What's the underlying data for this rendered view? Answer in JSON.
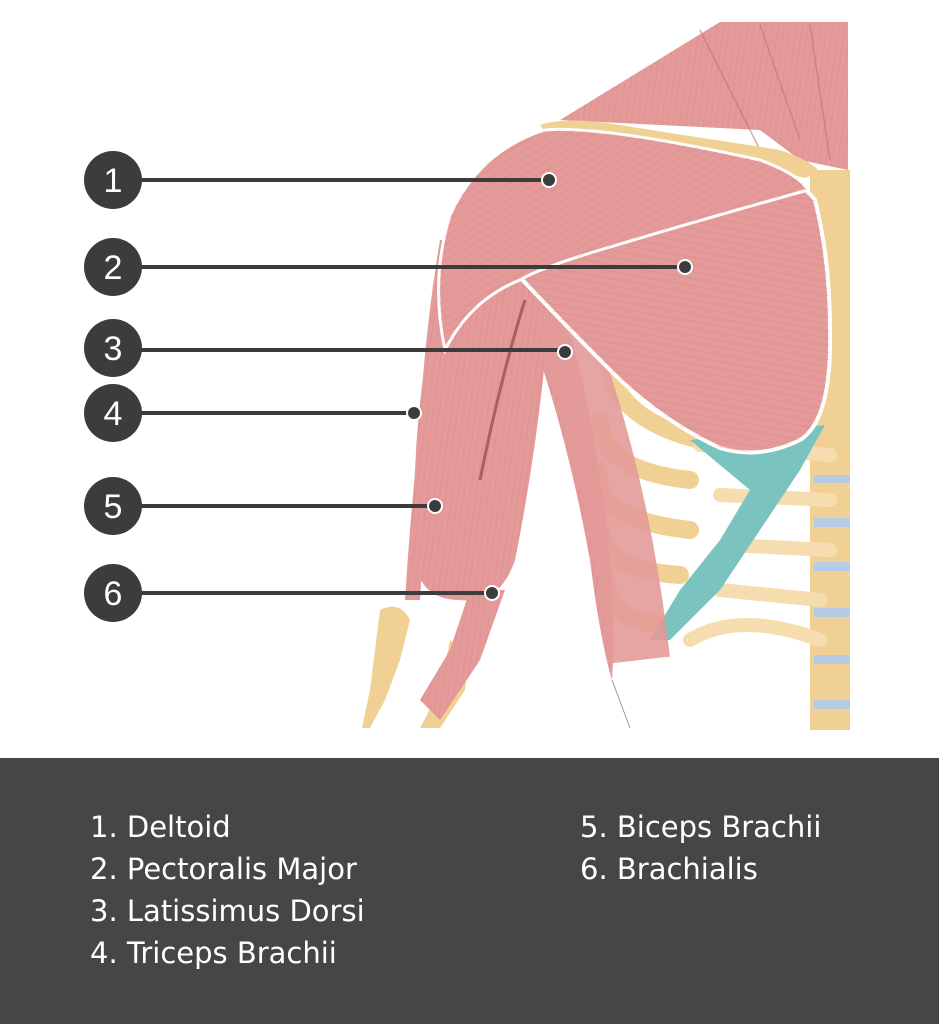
{
  "colors": {
    "muscle": "#E39A98",
    "muscle_fiber": "#C9706F",
    "bone": "#F0D193",
    "cartilage": "#7BC3BF",
    "disc": "#B7CCE4",
    "marker": "#3C3C3C",
    "legend_bg": "#464646",
    "legend_text": "#FFFFFF"
  },
  "markers": [
    {
      "number": "1",
      "structure": "Deltoid"
    },
    {
      "number": "2",
      "structure": "Pectoralis Major"
    },
    {
      "number": "3",
      "structure": "Latissimus Dorsi"
    },
    {
      "number": "4",
      "structure": "Triceps Brachii"
    },
    {
      "number": "5",
      "structure": "Biceps Brachii"
    },
    {
      "number": "6",
      "structure": "Brachialis"
    }
  ],
  "legend": {
    "items": [
      "1. Deltoid",
      "2. Pectoralis Major",
      "3. Latissimus Dorsi",
      "4. Triceps Brachii",
      "5. Biceps Brachii",
      "6. Brachialis"
    ]
  }
}
